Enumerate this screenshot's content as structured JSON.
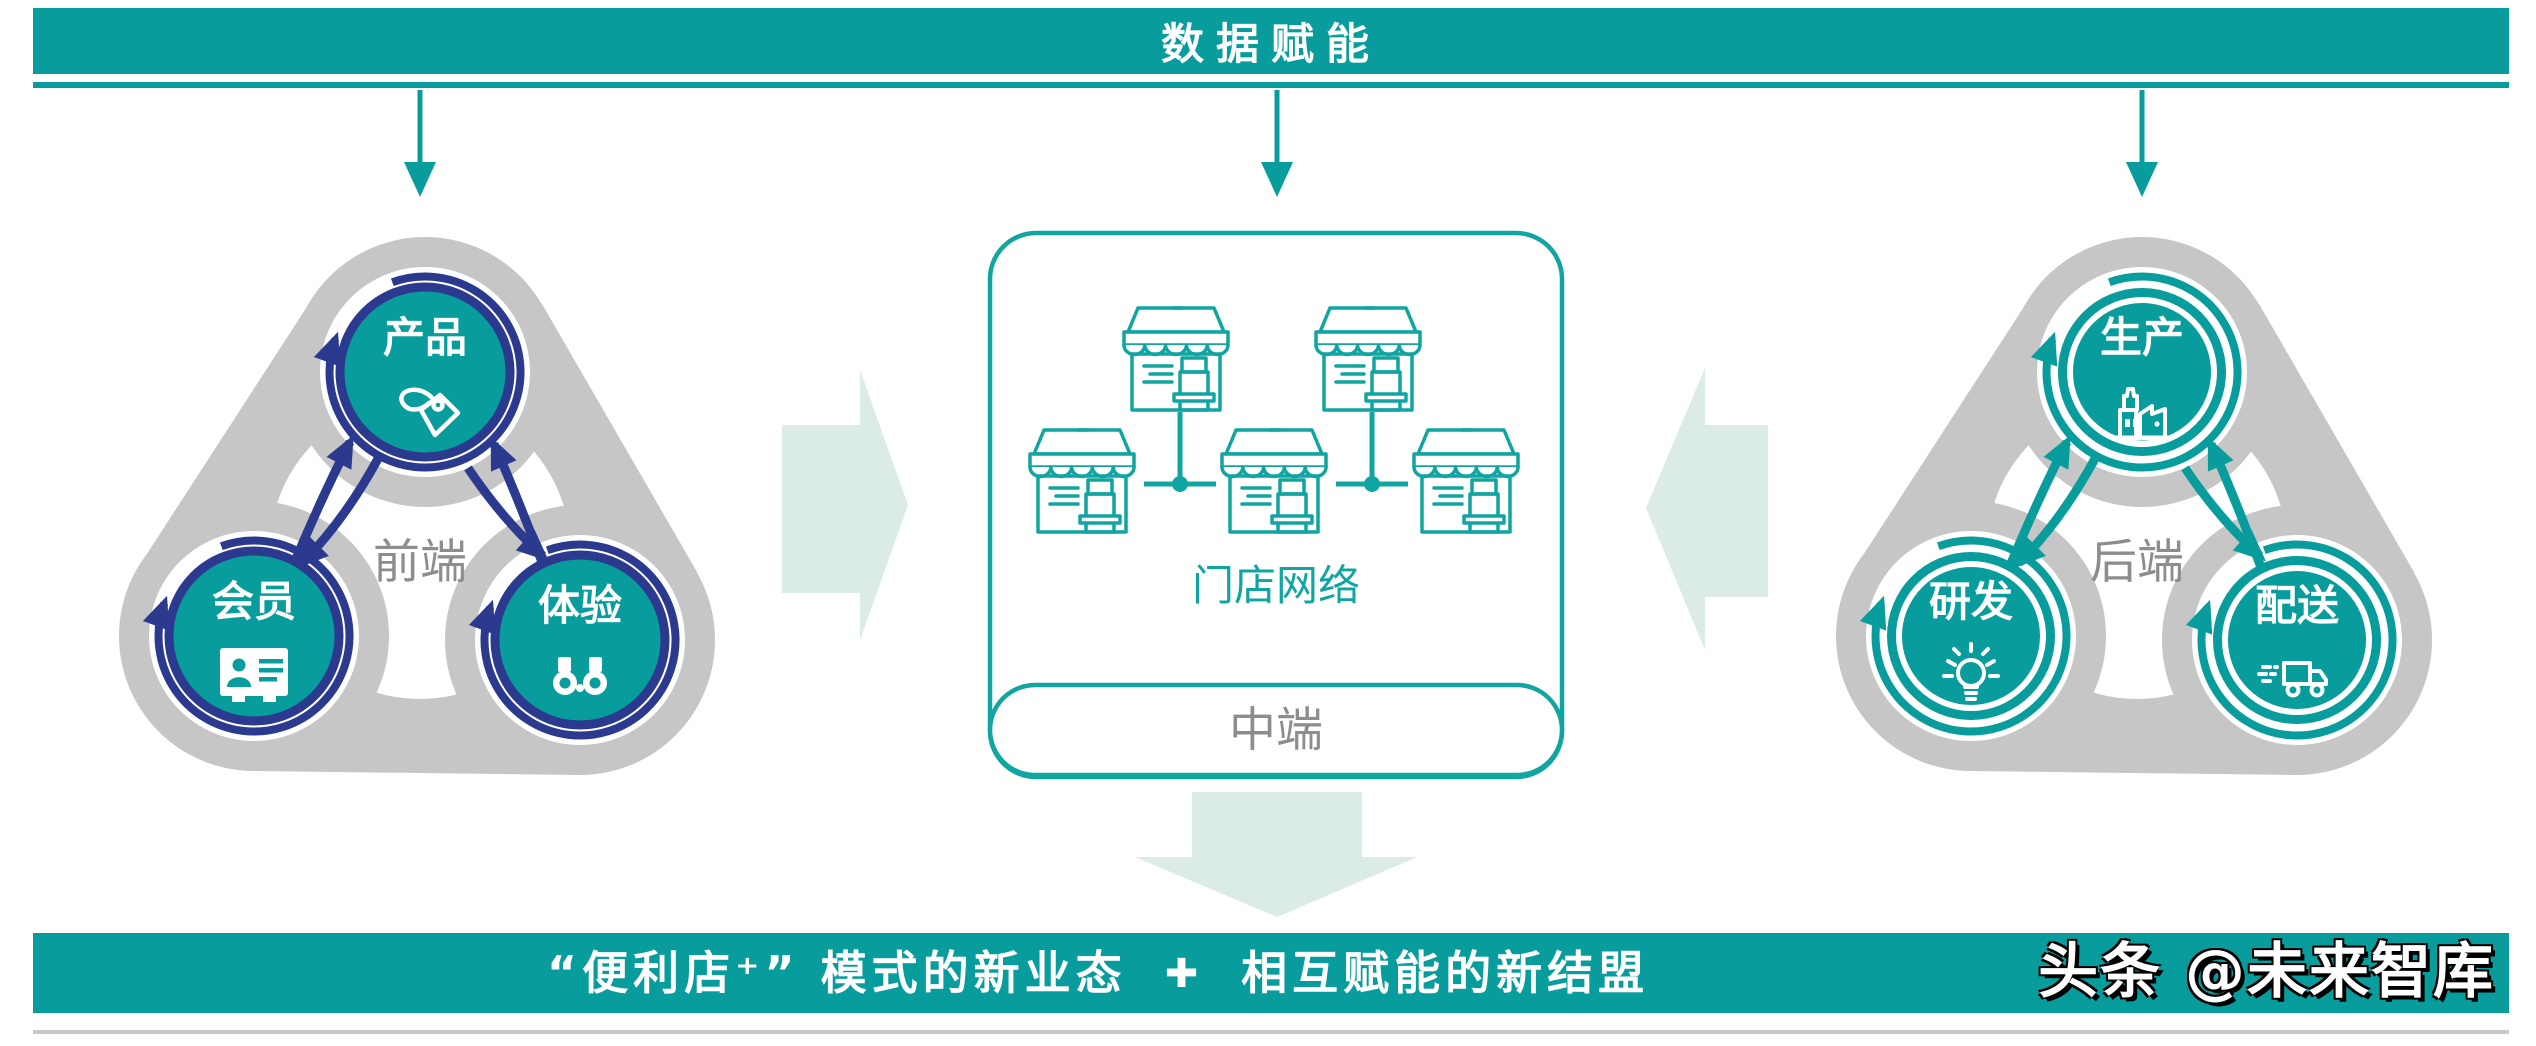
{
  "colors": {
    "teal": "#089c9c",
    "teal_line": "#11a5a2",
    "light_arrow": "#daebe8",
    "gray_ring": "#c6c6c6",
    "gray_text": "#8d8d8d",
    "navy": "#2b3a8f",
    "white": "#ffffff"
  },
  "top_banner": {
    "title": "数据赋能"
  },
  "front_cluster": {
    "label": "前端",
    "nodes": [
      {
        "label": "产品",
        "icon": "price-tag-icon"
      },
      {
        "label": "会员",
        "icon": "member-card-icon"
      },
      {
        "label": "体验",
        "icon": "binoculars-icon"
      }
    ]
  },
  "middle": {
    "network_label": "门店网络",
    "tier_label": "中端",
    "store_count": 5
  },
  "back_cluster": {
    "label": "后端",
    "nodes": [
      {
        "label": "生产",
        "icon": "factory-icon"
      },
      {
        "label": "研发",
        "icon": "lightbulb-icon"
      },
      {
        "label": "配送",
        "icon": "delivery-truck-icon"
      }
    ]
  },
  "bottom_banner": {
    "text_left": "“便利店⁺” 模式的新业态",
    "separator": "✚",
    "text_right": "相互赋能的新结盟",
    "watermark": "头条 @未来智库"
  }
}
